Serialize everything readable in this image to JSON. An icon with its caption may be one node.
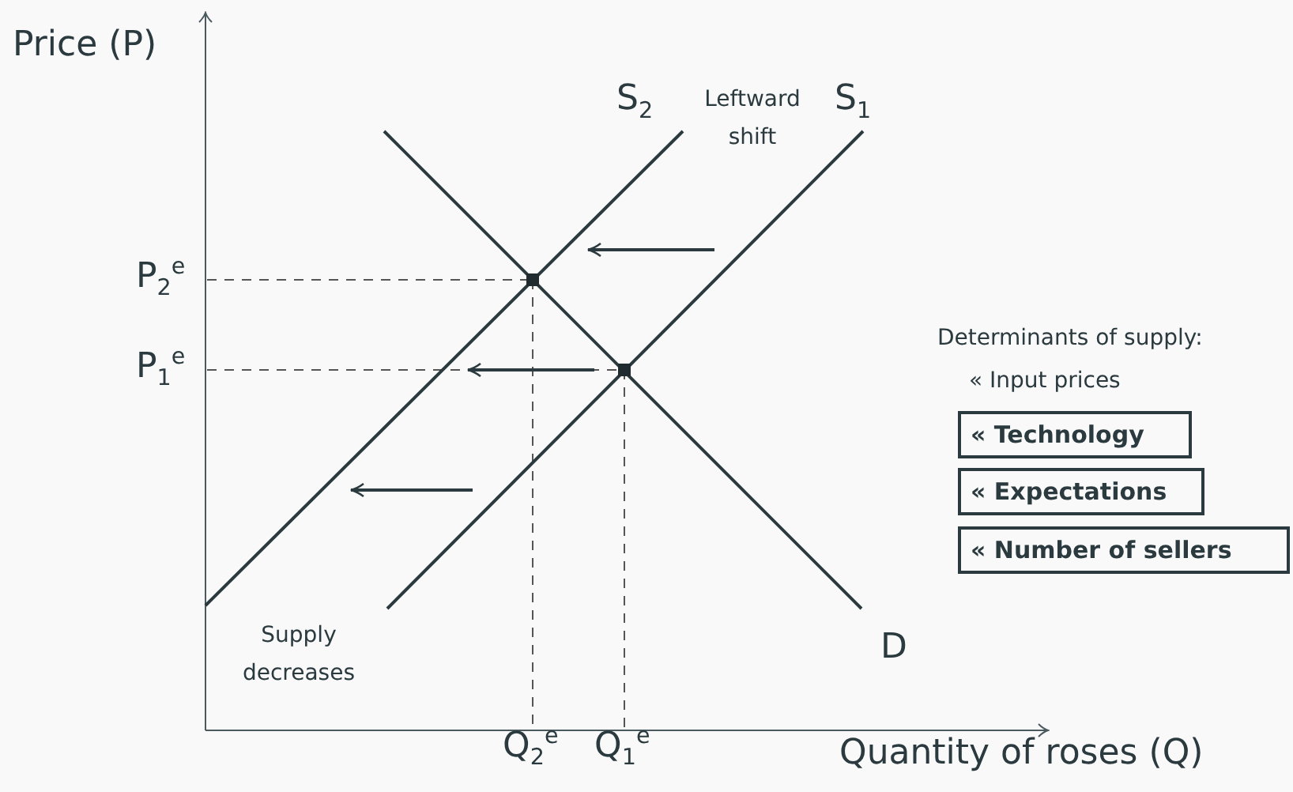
{
  "diagram": {
    "nodes": [
      {
        "text": [
          "« Technology"
        ]
      },
      {
        "text": [
          "« Expectations"
        ]
      },
      {
        "text": [
          "« Number of sellers"
        ]
      }
    ],
    "edges": [],
    "labels": [
      "Price (P)",
      "S$_{2}$",
      "Leftward shift",
      "S$_{1}$",
      "P$_{2}$$^{e}$",
      "P$_{1}$$^{e}$",
      "Determinants of supply:",
      "« Input prices",
      "D",
      "Supply decreases",
      "Q$_{2}$$^{e}$",
      "Q$_{1}$$^{e}$",
      "Quantity of roses (Q)"
    ]
  }
}
